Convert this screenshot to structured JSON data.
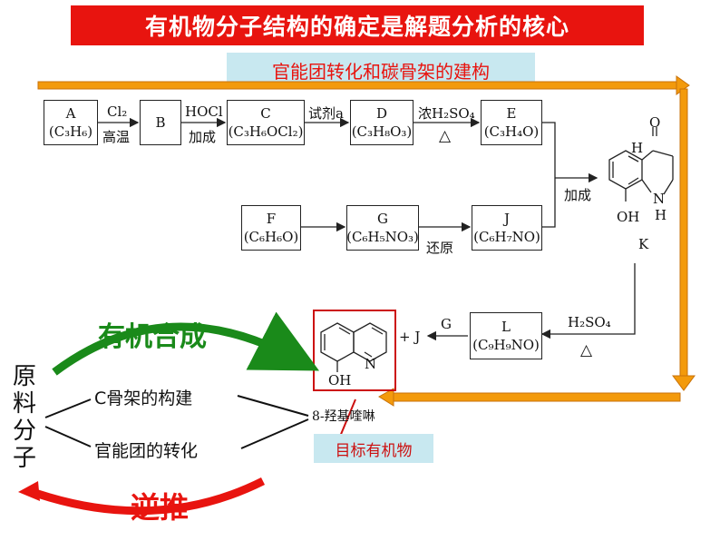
{
  "title": "有机物分子结构的确定是解题分析的核心",
  "subtitle": "官能团转化和碳骨架的建构",
  "row1": {
    "A": {
      "name": "A",
      "formula": "(C₃H₆)"
    },
    "B": {
      "name": "B"
    },
    "C": {
      "name": "C",
      "formula": "(C₃H₆OCl₂)"
    },
    "D": {
      "name": "D",
      "formula": "(C₃H₈O₃)"
    },
    "E": {
      "name": "E",
      "formula": "(C₃H₄O)"
    },
    "AB_top": "Cl₂",
    "AB_bottom": "高温",
    "BC_top": "HOCl",
    "BC_bottom": "加成",
    "CD_top": "试剂a",
    "DE_top": "浓H₂SO₄",
    "DE_bottom": "△"
  },
  "row2": {
    "F": {
      "name": "F",
      "formula": "(C₆H₆O)"
    },
    "G": {
      "name": "G",
      "formula": "(C₆H₅NO₃)"
    },
    "J": {
      "name": "J",
      "formula": "(C₆H₇NO)"
    },
    "GJ_bottom": "还原"
  },
  "addition_label": "加成",
  "K": {
    "label": "K",
    "atoms": {
      "O": "O",
      "H": "H",
      "N": "N",
      "NH_H": "H",
      "OH": "OH"
    }
  },
  "row3": {
    "L": {
      "name": "L",
      "formula": "(C₉H₉NO)"
    },
    "KL_top": "H₂SO₄",
    "KL_bottom": "△",
    "LG_top": "G",
    "plus_j": "+ J"
  },
  "product": {
    "N": "N",
    "OH": "OH",
    "name": "8-羟基喹啉"
  },
  "target_label": "目标有机物",
  "left": {
    "synthesis": "有机合成",
    "raw_material": "原料分子",
    "carbon_skeleton": "C骨架的构建",
    "functional_group": "官能团的转化",
    "retrosynthesis": "逆推"
  },
  "colors": {
    "title_bg": "#e8140f",
    "subtitle_bg": "#c8e8f0",
    "orange_arrow": "#f39a0c",
    "green": "#1a8a1a",
    "red": "#e8140f"
  }
}
